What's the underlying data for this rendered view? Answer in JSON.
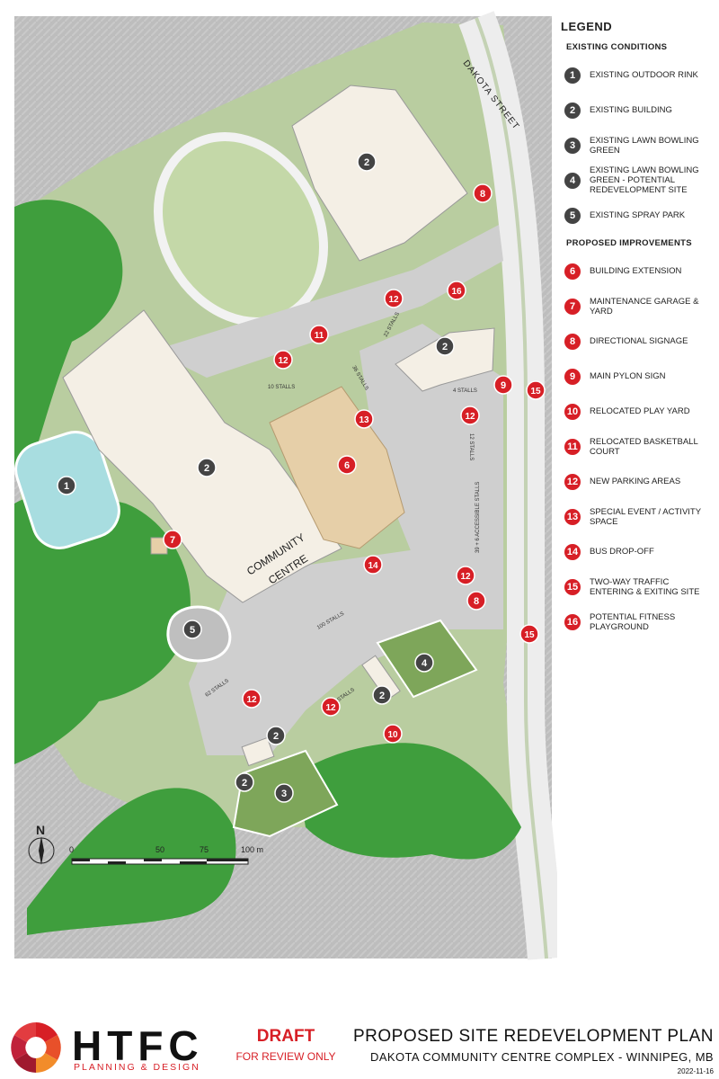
{
  "legend": {
    "title": "LEGEND",
    "existing_header": "EXISTING CONDITIONS",
    "existing": [
      {
        "num": "1",
        "label": "EXISTING OUTDOOR RINK"
      },
      {
        "num": "2",
        "label": "EXISTING BUILDING"
      },
      {
        "num": "3",
        "label": "EXISTING LAWN BOWLING GREEN"
      },
      {
        "num": "4",
        "label": "EXISTING LAWN BOWLING GREEN - POTENTIAL REDEVELOPMENT SITE"
      },
      {
        "num": "5",
        "label": "EXISTING SPRAY PARK"
      }
    ],
    "proposed_header": "PROPOSED IMPROVEMENTS",
    "proposed": [
      {
        "num": "6",
        "label": "BUILDING EXTENSION"
      },
      {
        "num": "7",
        "label": "MAINTENANCE GARAGE & YARD"
      },
      {
        "num": "8",
        "label": "DIRECTIONAL SIGNAGE"
      },
      {
        "num": "9",
        "label": "MAIN PYLON SIGN"
      },
      {
        "num": "10",
        "label": "RELOCATED PLAY YARD"
      },
      {
        "num": "11",
        "label": "RELOCATED BASKETBALL COURT"
      },
      {
        "num": "12",
        "label": "NEW PARKING AREAS"
      },
      {
        "num": "13",
        "label": "SPECIAL EVENT / ACTIVITY SPACE"
      },
      {
        "num": "14",
        "label": "BUS DROP-OFF"
      },
      {
        "num": "15",
        "label": "TWO-WAY TRAFFIC ENTERING & EXITING SITE"
      },
      {
        "num": "16",
        "label": "POTENTIAL FITNESS PLAYGROUND"
      }
    ]
  },
  "map_labels": {
    "street": "DAKOTA STREET",
    "building_line1": "COMMUNITY",
    "building_line2": "CENTRE",
    "stalls": [
      "10 STALLS",
      "36 STALLS",
      "22 STALLS",
      "4 STALLS",
      "12 STALLS",
      "39 + 6 ACCESSIBLE STALLS",
      "100 STALLS",
      "62 STALLS",
      "52 STALLS"
    ]
  },
  "markers": [
    {
      "num": "1",
      "kind": "existing"
    },
    {
      "num": "2",
      "kind": "existing"
    },
    {
      "num": "2",
      "kind": "existing"
    },
    {
      "num": "2",
      "kind": "existing"
    },
    {
      "num": "2",
      "kind": "existing"
    },
    {
      "num": "2",
      "kind": "existing"
    },
    {
      "num": "2",
      "kind": "existing"
    },
    {
      "num": "3",
      "kind": "existing"
    },
    {
      "num": "4",
      "kind": "existing"
    },
    {
      "num": "5",
      "kind": "existing"
    },
    {
      "num": "6",
      "kind": "proposed"
    },
    {
      "num": "7",
      "kind": "proposed"
    },
    {
      "num": "8",
      "kind": "proposed"
    },
    {
      "num": "8",
      "kind": "proposed"
    },
    {
      "num": "9",
      "kind": "proposed"
    },
    {
      "num": "10",
      "kind": "proposed"
    },
    {
      "num": "11",
      "kind": "proposed"
    },
    {
      "num": "12",
      "kind": "proposed"
    },
    {
      "num": "12",
      "kind": "proposed"
    },
    {
      "num": "12",
      "kind": "proposed"
    },
    {
      "num": "12",
      "kind": "proposed"
    },
    {
      "num": "12",
      "kind": "proposed"
    },
    {
      "num": "12",
      "kind": "proposed"
    },
    {
      "num": "13",
      "kind": "proposed"
    },
    {
      "num": "14",
      "kind": "proposed"
    },
    {
      "num": "15",
      "kind": "proposed"
    },
    {
      "num": "15",
      "kind": "proposed"
    },
    {
      "num": "16",
      "kind": "proposed"
    }
  ],
  "scale_bar": {
    "labels": [
      "0",
      "50",
      "75",
      "100 m"
    ],
    "north": "N"
  },
  "footer": {
    "logo_text": "HTFC",
    "logo_sub": "PLANNING & DESIGN",
    "draft": "DRAFT",
    "review": "FOR REVIEW ONLY",
    "title": "PROPOSED SITE REDEVELOPMENT PLAN",
    "subtitle": "DAKOTA COMMUNITY CENTRE COMPLEX - WINNIPEG, MB",
    "date": "2022-11-16"
  },
  "colors": {
    "existing": "#444444",
    "proposed": "#d71f26",
    "forest": "#3f9e3d",
    "lawn": "#b9cda0",
    "building": "#f4efe5",
    "extension": "#e6cfa8",
    "rink": "#a8dde0",
    "bowling": "#7ea65a",
    "paving": "#cfcfcf"
  }
}
